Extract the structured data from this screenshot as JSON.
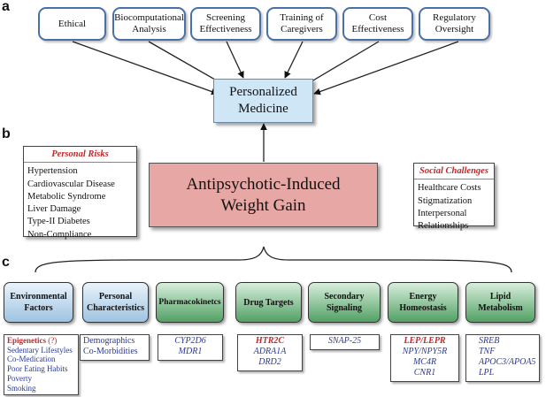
{
  "panels": {
    "a": "a",
    "b": "b",
    "c": "c"
  },
  "top_factors": [
    "Ethical",
    "Biocomputational\nAnalysis",
    "Screening\nEffectiveness",
    "Training of\nCaregivers",
    "Cost\nEffectiveness",
    "Regulatory\nOversight"
  ],
  "personalized_medicine": "Personalized\nMedicine",
  "central": "Antipsychotic-Induced\nWeight Gain",
  "personal_risks": {
    "title": "Personal Risks",
    "items": [
      "Hypertension",
      "Cardiovascular Disease",
      "Metabolic Syndrome",
      "Liver Damage",
      "Type-II Diabetes",
      "Non-Compliance"
    ]
  },
  "social_challenges": {
    "title": "Social Challenges",
    "items": [
      "Healthcare Costs",
      "Stigmatization",
      "Interpersonal",
      "Relationships"
    ]
  },
  "categories": [
    {
      "label": "Environmental\nFactors",
      "style": "blue"
    },
    {
      "label": "Personal\nCharacteristics",
      "style": "blue"
    },
    {
      "label": "Pharmacokinetcs",
      "style": "green"
    },
    {
      "label": "Drug Targets",
      "style": "green"
    },
    {
      "label": "Secondary\nSignaling",
      "style": "green"
    },
    {
      "label": "Energy\nHomeostasis",
      "style": "green"
    },
    {
      "label": "Lipid\nMetabolism",
      "style": "green"
    }
  ],
  "sub_boxes": {
    "environmental": {
      "highlight": "Epigenetics",
      "highlight_suffix": "(?)",
      "items": [
        "Sedentary Lifestyles",
        "Co-Medication",
        "Poor Eating Habits",
        "Poverty",
        "Smoking"
      ]
    },
    "personal": [
      "Demographics",
      "Co-Morbidities"
    ],
    "pharmacokinetics": [
      "CYP2D6",
      "MDR1"
    ],
    "drug_targets": {
      "highlight": "HTR2C",
      "items": [
        "ADRA1A",
        "DRD2"
      ]
    },
    "secondary": [
      "SNAP-25"
    ],
    "energy": {
      "highlight": "LEP/LEPR",
      "items": [
        "NPY/NPY5R",
        "MC4R",
        "CNR1"
      ]
    },
    "lipid": [
      "SREB",
      "TNF",
      "APOC3/APOA5",
      "LPL"
    ]
  },
  "colors": {
    "top_border": "#4a70a8",
    "pm_fill": "#cfe6f7",
    "central_fill": "#e7a7a4",
    "highlight_red": "#c0282a",
    "gene_blue": "#2a3a95",
    "cat_green": "#52a164",
    "cat_blue": "#9ec3e2"
  }
}
